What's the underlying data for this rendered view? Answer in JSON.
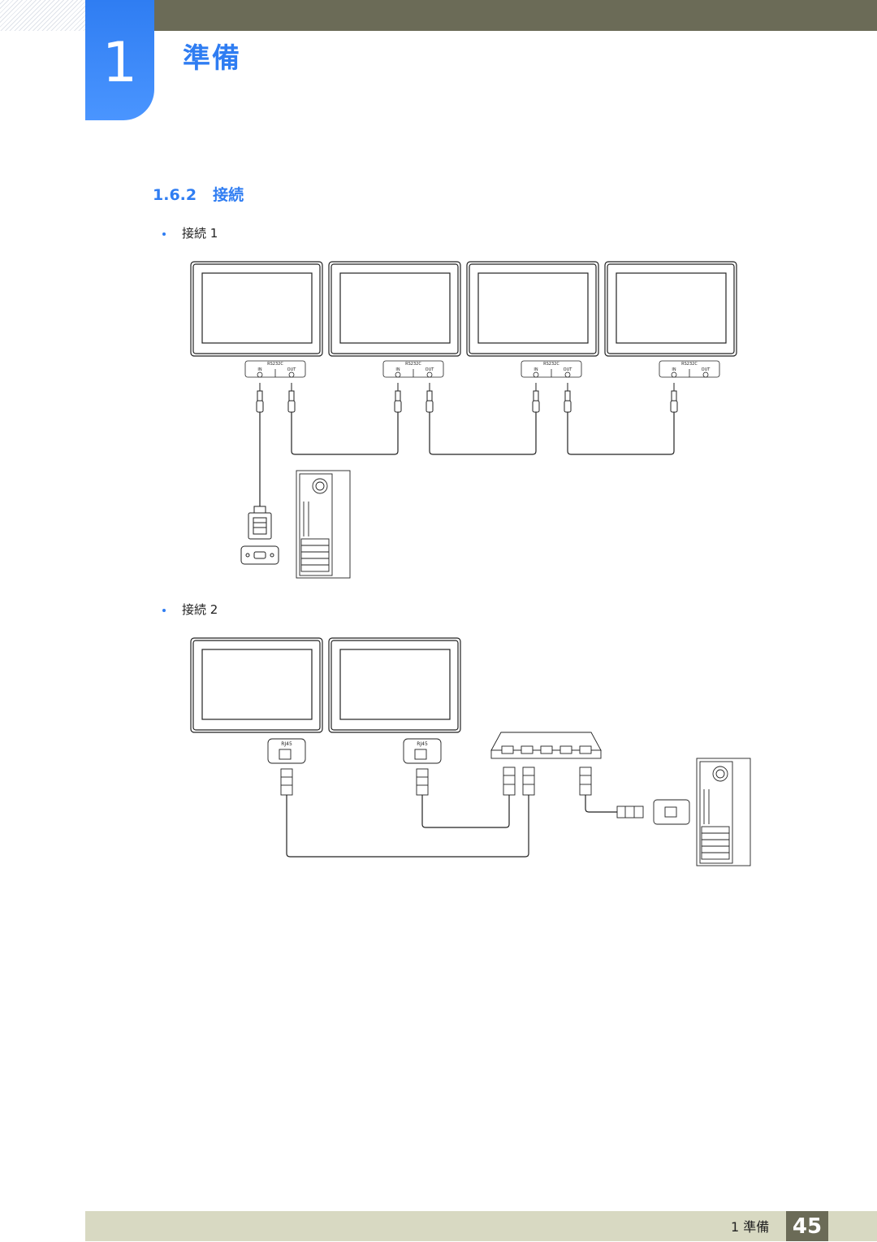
{
  "header": {
    "chapter_number": "1",
    "chapter_title": "準備"
  },
  "section": {
    "number": "1.6.2",
    "title": "接続"
  },
  "connections": [
    {
      "label": "接続 1",
      "port_group_label": "RS232C",
      "port_in_label": "IN",
      "port_out_label": "OUT"
    },
    {
      "label": "接続 2",
      "port_label": "RJ45"
    }
  ],
  "footer": {
    "chapter_label": "1 準備",
    "page_number": "45"
  }
}
